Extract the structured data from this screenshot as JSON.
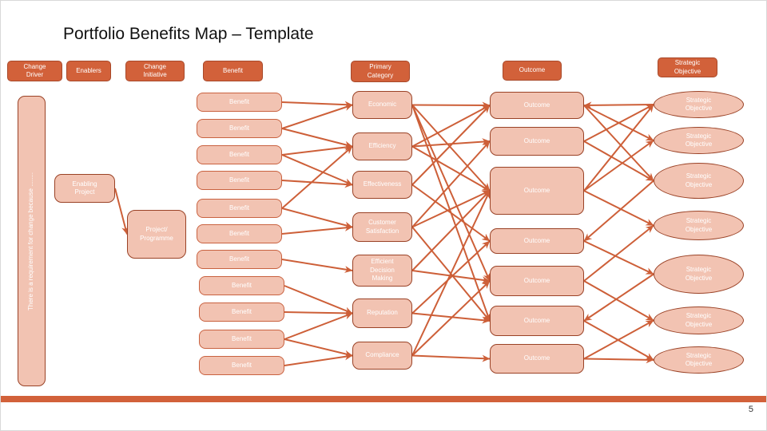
{
  "slide": {
    "title": "Portfolio Benefits Map – Template",
    "page_number": "5"
  },
  "colors": {
    "accent": "#D2613A",
    "accent_dark": "#A8492A",
    "light_fill": "#F2C3B2",
    "border_dark": "#9A4226",
    "border_benefit": "#C96240",
    "arrow": "#CD5F38"
  },
  "headers": {
    "change_driver": "Change\nDriver",
    "enablers": "Enablers",
    "change_initiative": "Change\nInitiative",
    "benefit": "Benefit",
    "primary_category": "Primary\nCategory",
    "outcome": "Outcome",
    "strategic_objective": "Strategic\nObjective"
  },
  "nodes": {
    "change_driver_text": "There is a requirement for change because ........",
    "enabling_project": "Enabling\nProject",
    "project_programme": "Project/\nProgramme",
    "benefit_label": "Benefit",
    "outcome_label": "Outcome",
    "strategic_objective_label": "Strategic\nObjective",
    "categories": [
      "Economic",
      "Efficiency",
      "Effectiveness",
      "Customer\nSatisfaction",
      "Efficient\nDecision\nMaking",
      "Reputation",
      "Compliance"
    ]
  },
  "edges": [
    [
      "enabling",
      "programme"
    ],
    [
      "b1",
      "economic"
    ],
    [
      "b2",
      "economic"
    ],
    [
      "b2",
      "efficiency"
    ],
    [
      "b3",
      "efficiency"
    ],
    [
      "b3",
      "effectiveness"
    ],
    [
      "b4",
      "effectiveness"
    ],
    [
      "b5",
      "efficiency"
    ],
    [
      "b5",
      "customer-satisfaction"
    ],
    [
      "b6",
      "customer-satisfaction"
    ],
    [
      "b7",
      "efficient-decision-making"
    ],
    [
      "b8",
      "reputation"
    ],
    [
      "b9",
      "reputation"
    ],
    [
      "b10",
      "reputation"
    ],
    [
      "b10",
      "compliance"
    ],
    [
      "b11",
      "compliance"
    ],
    [
      "economic",
      "o1"
    ],
    [
      "economic",
      "o3"
    ],
    [
      "economic",
      "o5"
    ],
    [
      "economic",
      "o6"
    ],
    [
      "efficiency",
      "o1"
    ],
    [
      "efficiency",
      "o2"
    ],
    [
      "efficiency",
      "o3"
    ],
    [
      "effectiveness",
      "o1"
    ],
    [
      "effectiveness",
      "o4"
    ],
    [
      "customer-satisfaction",
      "o2"
    ],
    [
      "customer-satisfaction",
      "o3"
    ],
    [
      "customer-satisfaction",
      "o6"
    ],
    [
      "efficient-decision-making",
      "o3"
    ],
    [
      "efficient-decision-making",
      "o5"
    ],
    [
      "reputation",
      "o4"
    ],
    [
      "reputation",
      "o6"
    ],
    [
      "compliance",
      "o3"
    ],
    [
      "compliance",
      "o5"
    ],
    [
      "compliance",
      "o7"
    ],
    [
      "o1",
      "s2"
    ],
    [
      "o1",
      "s3"
    ],
    [
      "s1",
      "o1"
    ],
    [
      "o2",
      "s1"
    ],
    [
      "o2",
      "s3"
    ],
    [
      "o3",
      "s1"
    ],
    [
      "o3",
      "s2"
    ],
    [
      "o3",
      "s4"
    ],
    [
      "s3",
      "o4"
    ],
    [
      "o4",
      "s5"
    ],
    [
      "o5",
      "s4"
    ],
    [
      "o5",
      "s6"
    ],
    [
      "s5",
      "o6"
    ],
    [
      "o6",
      "s7"
    ],
    [
      "o7",
      "s6"
    ],
    [
      "o7",
      "s7"
    ]
  ]
}
